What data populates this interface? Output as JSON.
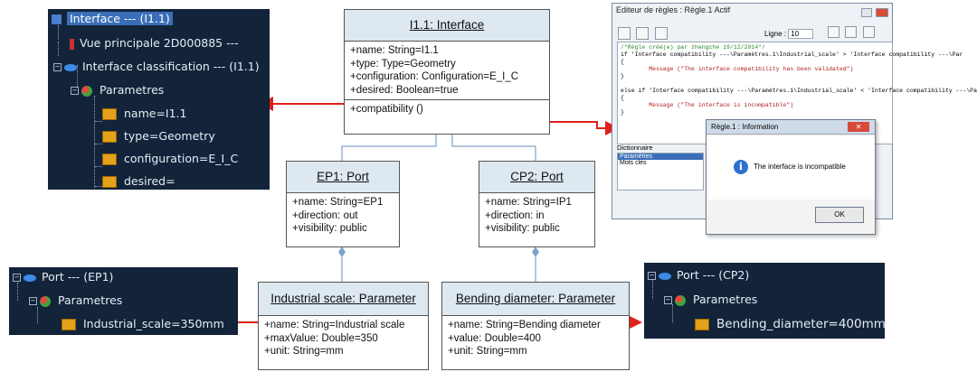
{
  "tree_interface": {
    "rows": [
      "Interface --- (I1.1)",
      "Vue principale 2D000885 ---",
      "Interface classification --- (I1.1)",
      "Parametres",
      "name=I1.1",
      "type=Geometry",
      "configuration=E_I_C",
      "desired="
    ]
  },
  "uml_interface": {
    "title": "I1.1: Interface",
    "attrs": [
      "+name: String=I1.1",
      "+type: Type=Geometry",
      "+configuration: Configuration=E_I_C",
      "+desired: Boolean=true"
    ],
    "ops": [
      "+compatibility ()"
    ]
  },
  "uml_ep1": {
    "title": "EP1: Port",
    "attrs": [
      "+name: String=EP1",
      "+direction: out",
      "+visibility: public"
    ]
  },
  "uml_cp2": {
    "title": "CP2: Port",
    "attrs": [
      "+name: String=IP1",
      "+direction: in",
      "+visibility: public"
    ]
  },
  "uml_industrial": {
    "title": "Industrial scale: Parameter",
    "attrs": [
      "+name: String=Industrial scale",
      "+maxValue: Double=350",
      "+unit: String=mm"
    ]
  },
  "uml_bending": {
    "title": "Bending diameter: Parameter",
    "attrs": [
      "+name: String=Bending diameter",
      "+value: Double=400",
      "+unit: String=mm"
    ]
  },
  "tree_ep1": {
    "rows": [
      "Port --- (EP1)",
      "Parametres",
      "Industrial_scale=350mm"
    ]
  },
  "tree_cp2": {
    "rows": [
      "Port --- (CP2)",
      "Parametres",
      "Bending_diameter=400mm"
    ]
  },
  "rule_editor": {
    "title": "Editeur de règles : Règle.1 Actif",
    "ligne_label": "Ligne :",
    "ligne_value": "10",
    "code_lines": [
      "/*Règle créé(e) par zhengche 19/12/2014*/",
      "if 'Interface compatibility ---\\Paramètres.1\\Industrial_scale' > 'Interface compatibility ---\\Par",
      "{",
      "        Message (\"The interface compatibility has been validated\")",
      "}",
      "else if 'Interface compatibility ---\\Paramètres.1\\Industrial_scale' < 'Interface compatibility ---\\Pa",
      "{",
      "        Message (\"The interface is incompatible\")",
      "}"
    ],
    "dictionary_label": "Dictionnaire",
    "dictionary_items": [
      "Paramètres",
      "Mots clés"
    ],
    "dialog_title": "Règle.1 : Information",
    "dialog_message": "The interface is incompatible",
    "ok_label": "OK"
  },
  "colors": {
    "arrow": "#e0201a",
    "tree_bg": "#13233a",
    "uml_header": "#dde8f0",
    "connector": "#7fa3c8"
  }
}
